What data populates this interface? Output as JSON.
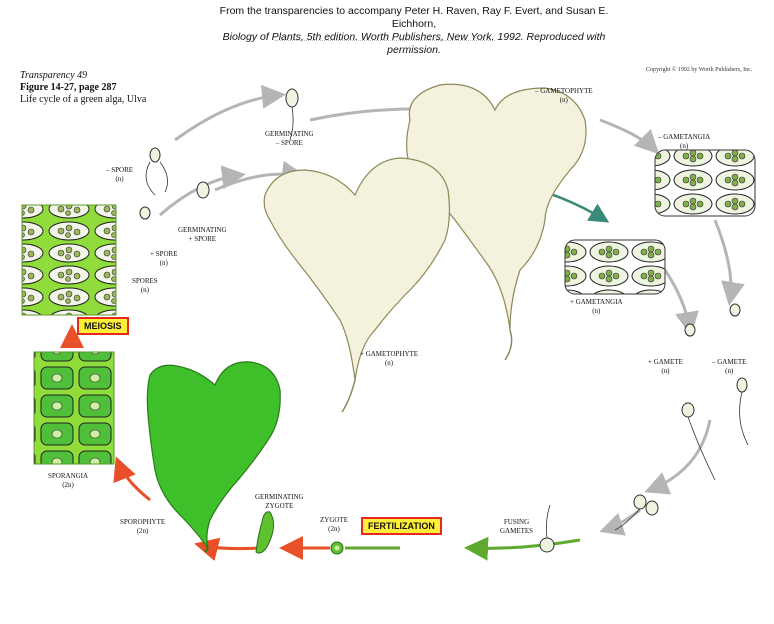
{
  "header": {
    "line1": "From the transparencies to accompany Peter H. Raven, Ray F. Evert, and Susan E. Eichhorn,",
    "line2": "Biology of Plants, 5th edition.  Worth Publishers, New York, 1992.  Reproduced with permission."
  },
  "caption": {
    "transparency": "Transparency 49",
    "figure": "Figure 14-27, page 287",
    "title": "Life cycle of a green alga, Ulva"
  },
  "copyright": "Copyright © 1992 by Worth Publishers, Inc.",
  "labels": {
    "minus_gametophyte_top": "– GAMETOPHYTE",
    "n1": "(n)",
    "germinating_minus_spore_1": "GERMINATING",
    "germinating_minus_spore_2": "– SPORE",
    "minus_gametangia": "– GAMETANGIA",
    "n2": "(n)",
    "minus_spore": "– SPORE",
    "n3": "(n)",
    "germinating_plus_spore_1": "GERMINATING",
    "germinating_plus_spore_2": "+ SPORE",
    "plus_spore": "+ SPORE",
    "n4": "(n)",
    "spores": "SPORES",
    "n5": "(n)",
    "plus_gametangia": "+ GAMETANGIA",
    "n6": "(n)",
    "plus_gametophyte": "+ GAMETOPHYTE",
    "n7": "(n)",
    "plus_gamete": "+ GAMETE",
    "n8": "(n)",
    "minus_gamete": "– GAMETE",
    "n9": "(n)",
    "sporangia": "SPORANGIA",
    "two_n1": "(2n)",
    "germinating_zygote_1": "GERMINATING",
    "germinating_zygote_2": "ZYGOTE",
    "zygote": "ZYGOTE",
    "two_n2": "(2n)",
    "sporophyte": "SPOROPHYTE",
    "two_n3": "(2n)",
    "fusing_gametes_1": "FUSING",
    "fusing_gametes_2": "GAMETES"
  },
  "boxes": {
    "meiosis": "MEIOSIS",
    "fertilization": "FERTILIZATION"
  },
  "colors": {
    "thallus_pale": "#f4f2dc",
    "thallus_outline": "#8a8a5a",
    "sporophyte_green": "#3fc02a",
    "panel_green": "#8fdc3a",
    "arrow_gray": "#b5b5b5",
    "arrow_green": "#5faa2e",
    "arrow_red": "#e8502a",
    "box_fill": "#ffef3a",
    "box_border": "#e32a1f"
  }
}
